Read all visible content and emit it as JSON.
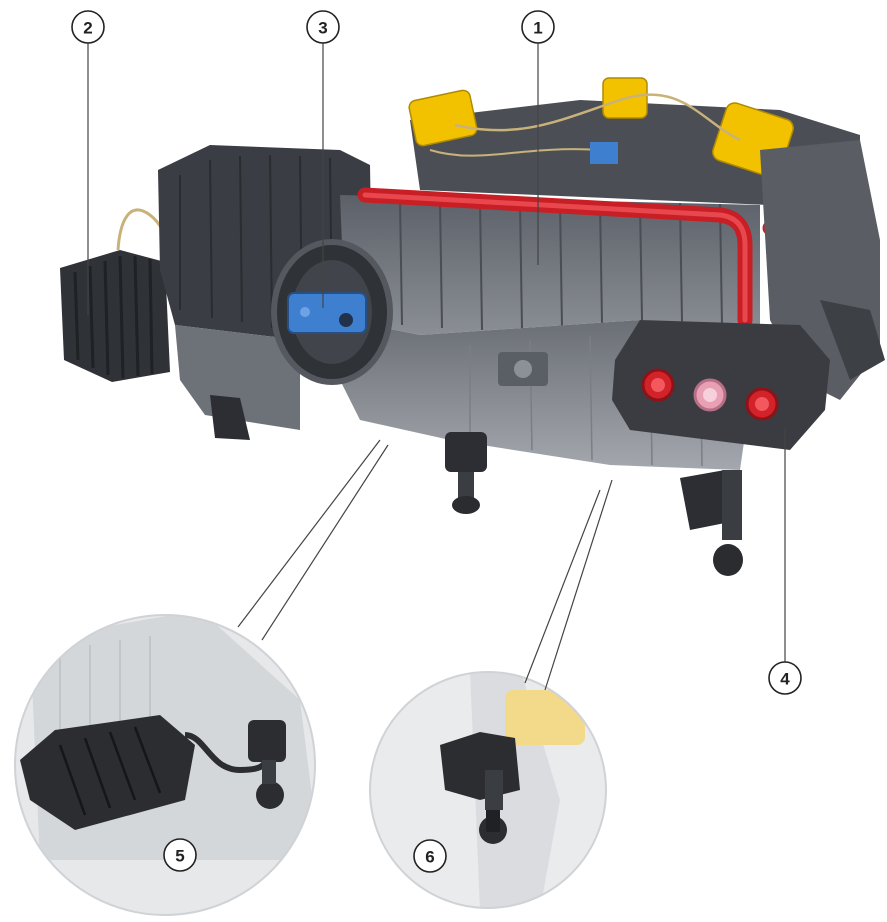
{
  "diagram": {
    "callouts": [
      {
        "id": "1",
        "label": "1"
      },
      {
        "id": "2",
        "label": "2"
      },
      {
        "id": "3",
        "label": "3"
      },
      {
        "id": "4",
        "label": "4"
      },
      {
        "id": "5",
        "label": "5"
      },
      {
        "id": "6",
        "label": "6"
      }
    ],
    "colors": {
      "housing_dark": "#3c3f45",
      "housing_mid": "#6b6f76",
      "housing_light": "#9a9ea5",
      "pipe_red": "#d2232a",
      "pipe_pink": "#e8a0b4",
      "actuator_yellow": "#f2c200",
      "sensor_blue": "#3f7fd0",
      "detail_bg": "#e6e8ea"
    },
    "icons": [
      "hvac-housing-illustration",
      "detail-view-magnifier"
    ]
  }
}
